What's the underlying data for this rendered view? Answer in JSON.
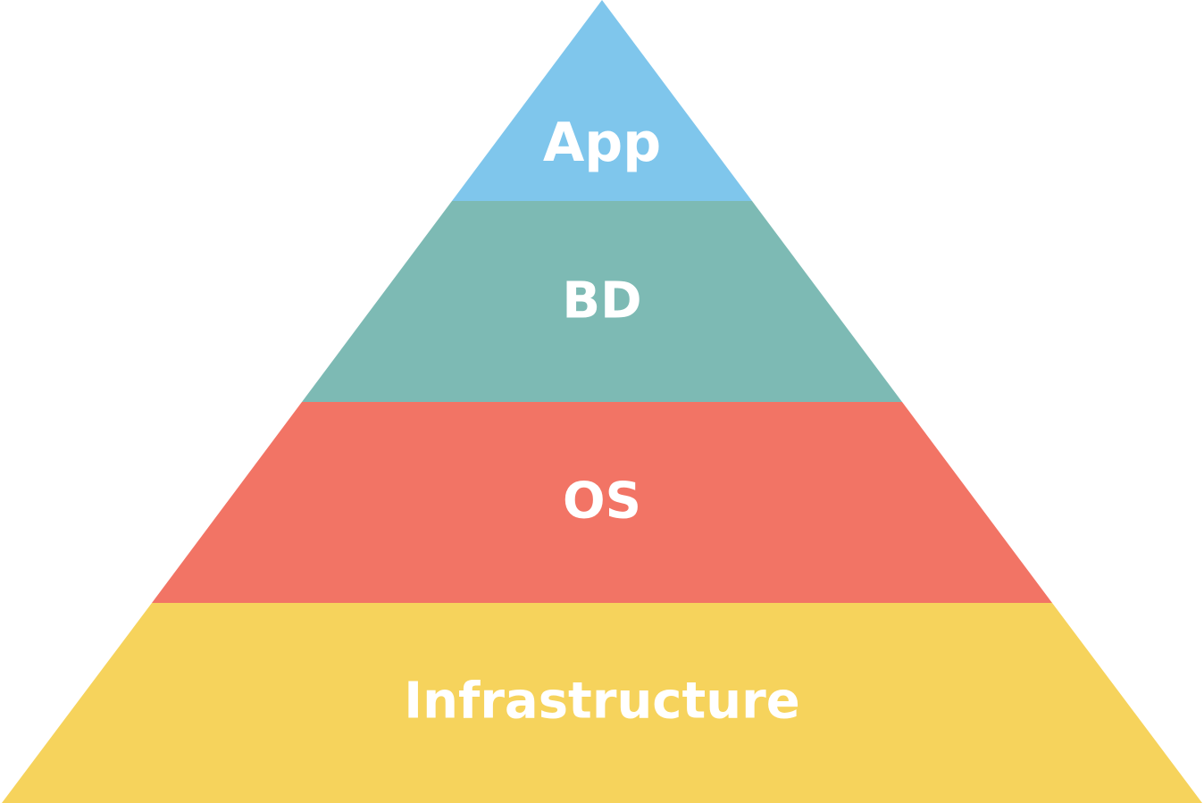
{
  "pyramid": {
    "layers": [
      {
        "label": "App",
        "color": "#7fc6ec"
      },
      {
        "label": "BD",
        "color": "#7dbab4"
      },
      {
        "label": "OS",
        "color": "#f27465"
      },
      {
        "label": "Infrastructure",
        "color": "#f6d35c"
      }
    ]
  }
}
